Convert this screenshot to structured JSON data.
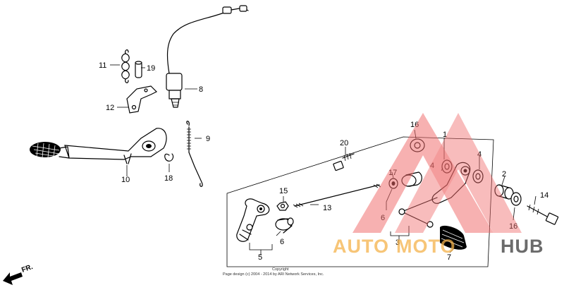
{
  "diagram": {
    "callouts": [
      "1",
      "2",
      "3",
      "4",
      "4",
      "5",
      "6",
      "6",
      "7",
      "8",
      "9",
      "10",
      "11",
      "12",
      "13",
      "14",
      "15",
      "16",
      "16",
      "17",
      "18",
      "19",
      "20"
    ],
    "direction_label": "FR.",
    "copyright_line1": "Copyright",
    "copyright_line2": "Page design (c) 2004 - 2014 by ARI Network Services, Inc."
  },
  "watermark": {
    "part1": "AUTO",
    "part2": "MOTO",
    "part3": "HUB",
    "color_main": "#f5b24a",
    "color_accent": "#e8252a",
    "color_logo": "#f06a6a"
  }
}
